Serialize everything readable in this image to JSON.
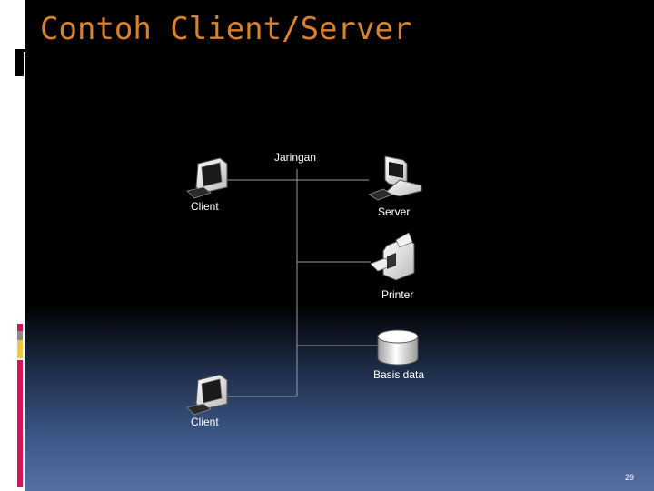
{
  "slide": {
    "title": "Contoh Client/Server",
    "page_number": "29"
  },
  "diagram": {
    "network_label": "Jaringan",
    "nodes": {
      "client_top": "Client",
      "server": "Server",
      "printer": "Printer",
      "database": "Basis data",
      "client_bottom": "Client"
    }
  },
  "icons": [
    "computer-icon",
    "server-icon",
    "printer-icon",
    "database-icon"
  ],
  "colors": {
    "title": "#d9822b",
    "accent_red": "#d4145a",
    "accent_yellow": "#f4c542",
    "accent_gray": "#8a8a8a"
  }
}
